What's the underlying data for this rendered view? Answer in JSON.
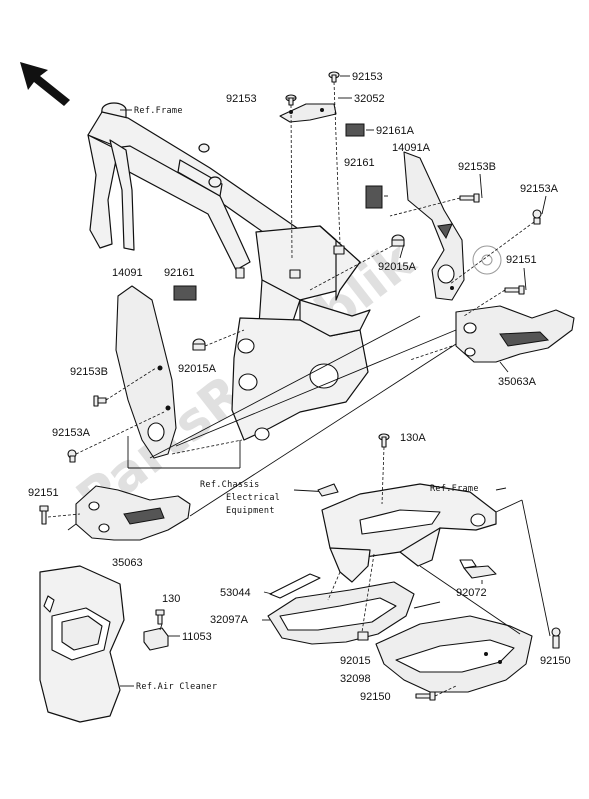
{
  "watermark": "PartsRepublik",
  "refs": {
    "frame_top": "Ref.Frame",
    "frame_mid": "Ref.Frame",
    "chassis_1": "Ref.Chassis",
    "chassis_2": "Electrical",
    "chassis_3": "Equipment",
    "air_cleaner": "Ref.Air Cleaner"
  },
  "labels": {
    "p92153_top": "92153",
    "p92153_left": "92153",
    "p32052": "32052",
    "p92161A": "92161A",
    "p92161_right": "92161",
    "p14091A": "14091A",
    "p92153B_right": "92153B",
    "p92153A_right": "92153A",
    "p92015A_right": "92015A",
    "p92151_right": "92151",
    "p35063A": "35063A",
    "p14091": "14091",
    "p92161_left": "92161",
    "p92153B_left": "92153B",
    "p92015A_left": "92015A",
    "p92153A_left": "92153A",
    "p130A": "130A",
    "p92151_left": "92151",
    "p35063": "35063",
    "p53044": "53044",
    "p32097A": "32097A",
    "p92072": "92072",
    "p130": "130",
    "p11053": "11053",
    "p92015": "92015",
    "p32098": "32098",
    "p92150_right": "92150",
    "p92150_bottom": "92150"
  },
  "icons": {
    "direction_arrow": "arrow-up-left-icon"
  }
}
